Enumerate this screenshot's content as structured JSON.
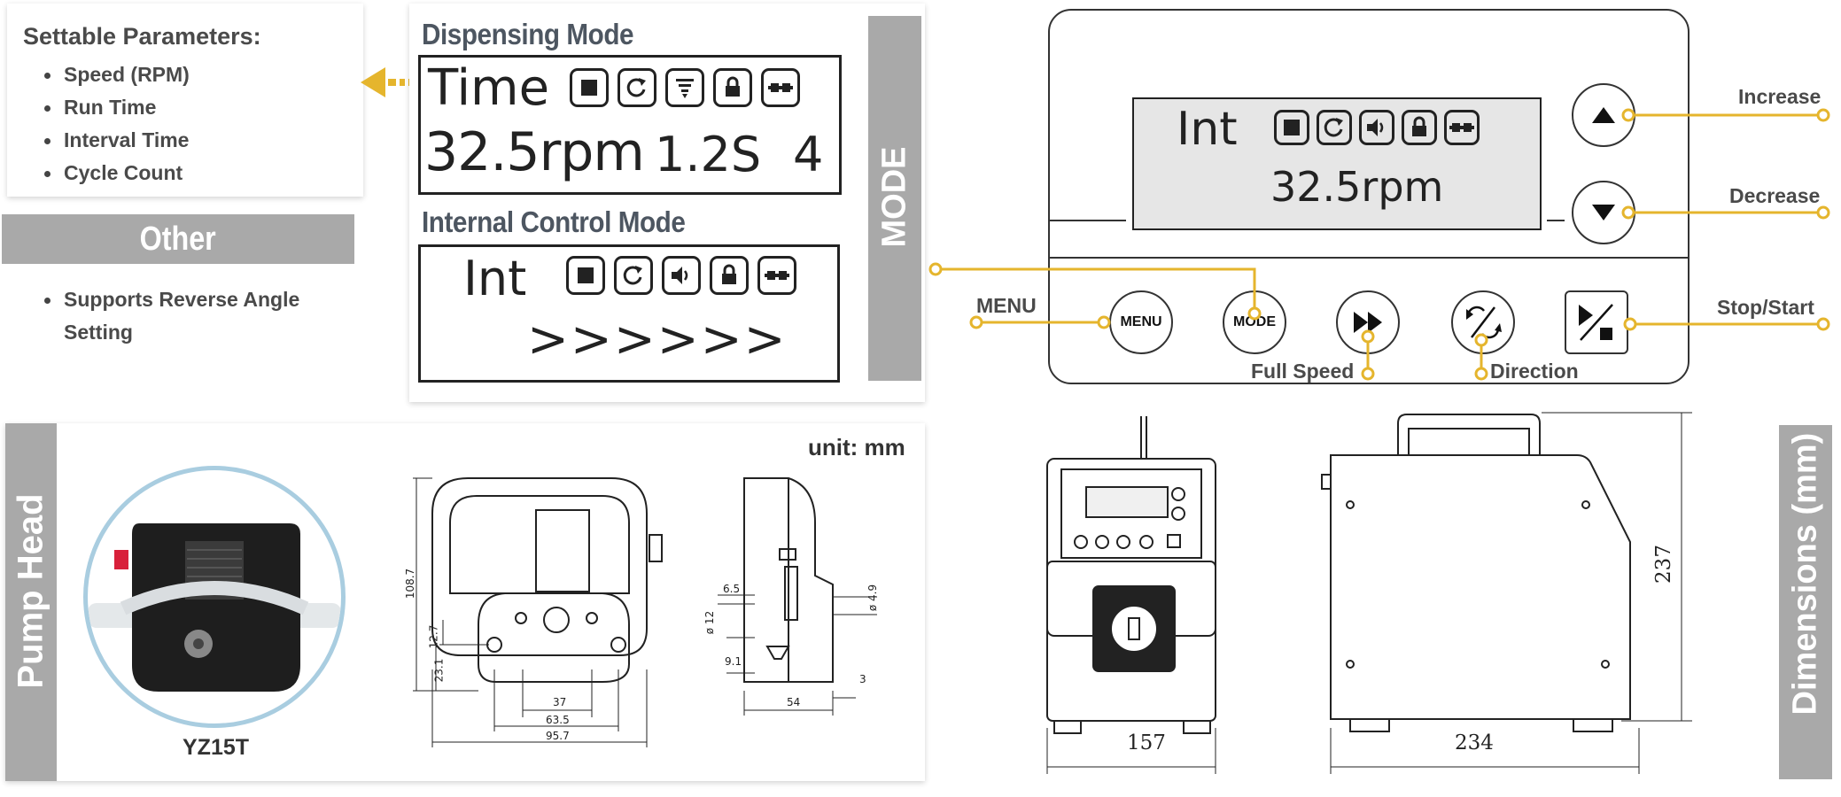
{
  "params": {
    "title": "Settable Parameters:",
    "items": [
      "Speed (RPM)",
      "Run Time",
      "Interval Time",
      "Cycle Count"
    ]
  },
  "other": {
    "title": "Other",
    "items": [
      "Supports Reverse Angle Setting"
    ]
  },
  "dispensing": {
    "heading": "Dispensing Mode",
    "line1": "Time",
    "line2_speed": "32.5rpm",
    "line2_time": "1.2S",
    "line2_count": "4"
  },
  "internal": {
    "heading": "Internal Control Mode",
    "line1": "Int",
    "line2": ">>>>>>"
  },
  "mode_label": "MODE",
  "panel": {
    "lcd_line1": "Int",
    "lcd_line2": "32.5rpm",
    "menu_button": "MENU",
    "mode_button": "MODE",
    "callouts": {
      "increase": "Increase",
      "decrease": "Decrease",
      "menu": "MENU",
      "full_speed": "Full Speed",
      "direction": "Direction",
      "stop_start": "Stop/Start"
    }
  },
  "pump_head": {
    "side_label": "Pump Head",
    "model": "YZ15T",
    "unit": "unit: mm",
    "dims_front": {
      "height": "108.7",
      "d1": "12.7",
      "d2": "23.1",
      "w1": "37",
      "w2": "63.5",
      "w3": "95.7"
    },
    "dims_side": {
      "a": "6.5",
      "b": "ø 12",
      "c": "9.1",
      "d": "ø 4.9",
      "e": "54",
      "f": "3"
    }
  },
  "dimensions": {
    "side_label": "Dimensions (mm)",
    "width_front": "157",
    "depth": "234",
    "height": "237"
  },
  "colors": {
    "accent": "#e5b52d",
    "band_gray": "#a9a9a9",
    "lcd_gray": "#e6e6e6",
    "text_dark": "#4a4a4a"
  }
}
